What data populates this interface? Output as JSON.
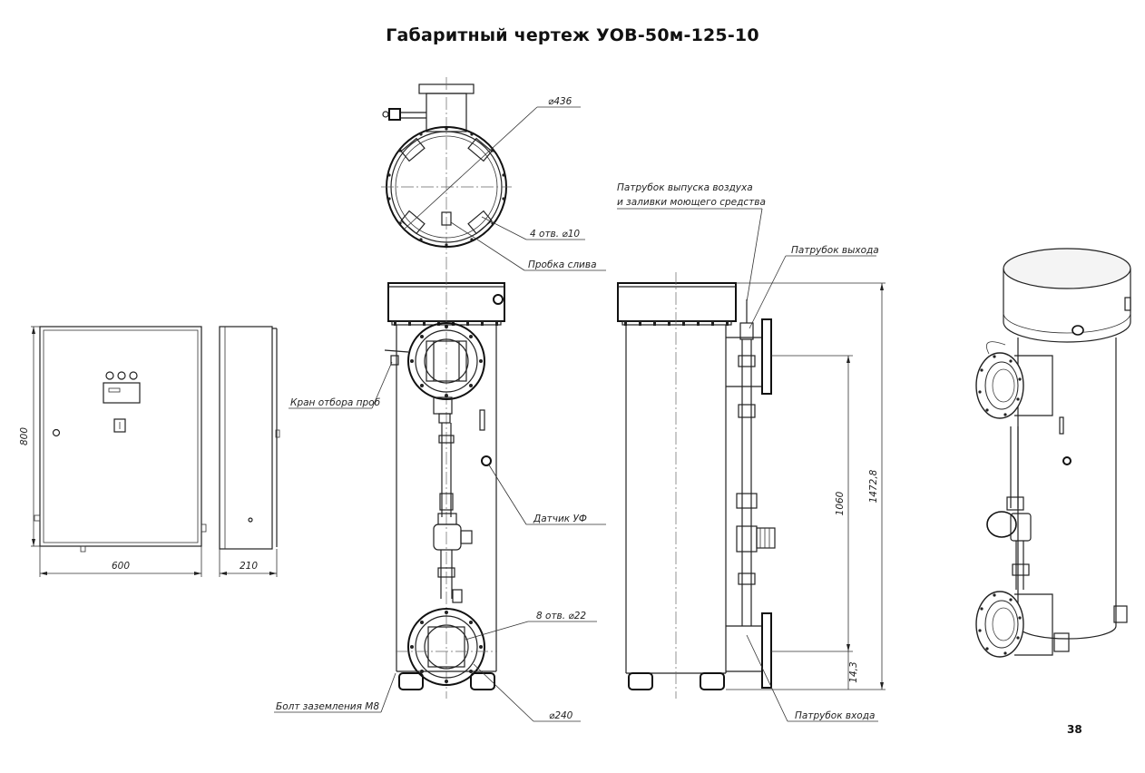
{
  "title": "Габаритный чертеж УОВ-50м-125-10",
  "page_number": "38",
  "dimensions": {
    "cabinet_height": "800",
    "cabinet_width": "600",
    "cabinet_depth": "210",
    "total_height": "1472,8",
    "inlet_outlet_distance": "1060",
    "bottom_offset": "14,3"
  },
  "labels": {
    "top_diameter": "⌀436",
    "holes_top": "4 отв. ⌀10",
    "drain_plug": "Пробка слива",
    "sampling_valve": "Кран отбора проб",
    "uv_sensor": "Датчик УФ",
    "holes_flange": "8 отв. ⌀22",
    "grounding_bolt": "Болт заземления М8",
    "flange_diameter": "⌀240",
    "air_release_line1": "Патрубок выпуска воздуха",
    "air_release_line2": "и заливки моющего средства",
    "outlet_pipe": "Патрубок выхода",
    "inlet_pipe": "Патрубок входа"
  }
}
